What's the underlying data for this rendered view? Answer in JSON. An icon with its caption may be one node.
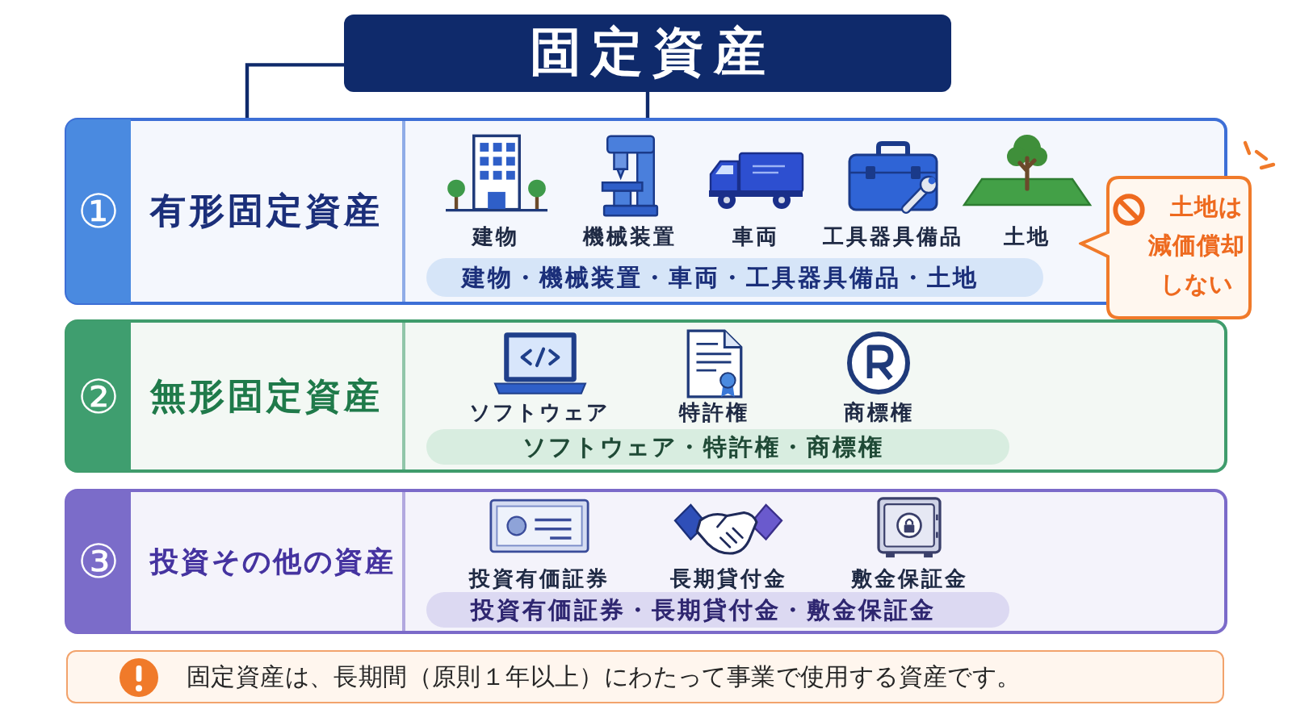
{
  "diagram": {
    "nodes": [
      {
        "text": [
          "固定資産"
        ]
      },
      {
        "text": [
          "①",
          "有形固定資産"
        ]
      },
      {
        "text": [
          "建物・機械装置・車両・工具器具備品・土地"
        ],
        "in": 1
      },
      {
        "text": [
          "土地は減価償却しない"
        ]
      },
      {
        "text": [
          "②",
          "無形固定資産"
        ]
      },
      {
        "text": [
          "ソフトウェア・特許権・商標権"
        ],
        "in": 4
      },
      {
        "text": [
          "③",
          "投資その他の資産"
        ]
      },
      {
        "text": [
          "投資有価証券・長期貸付金・敷金保証金"
        ],
        "in": 6
      },
      {
        "text": [
          "固定資産は、長期間（原則１年以上）にわたって事業で使用する資産です。"
        ]
      }
    ],
    "edges": [
      {
        "from": 0,
        "to": 1,
        "arrow": "none"
      },
      {
        "from": 0,
        "to": 1,
        "arrow": "none"
      }
    ],
    "labels": [
      "建物",
      "機械装置",
      "車両",
      "工具器具備品",
      "土地",
      "ソフトウェア",
      "特許権",
      "商標権",
      "投資有価証券",
      "長期貸付金",
      "敷金保証金"
    ]
  }
}
